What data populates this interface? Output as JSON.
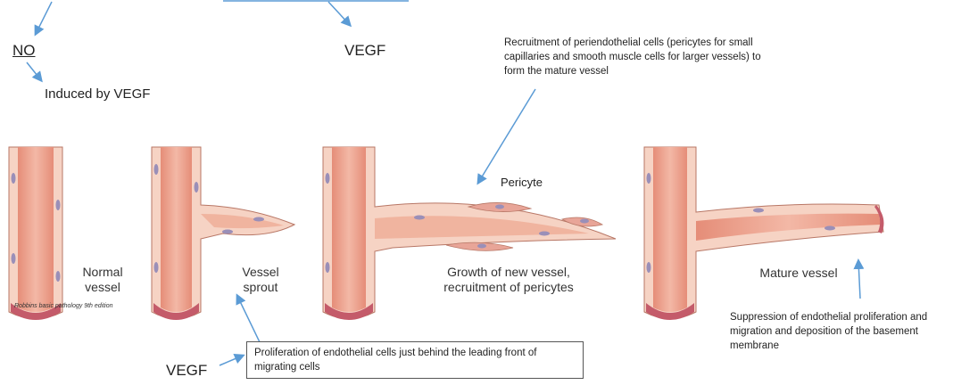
{
  "top": {
    "no": "NO",
    "vegf_top": "VEGF",
    "induced": "Induced by VEGF",
    "recruitment": "Recruitment of periendothelial cells (pericytes for small capillaries and smooth muscle cells for larger vessels) to form the mature vessel"
  },
  "stages": [
    {
      "label": "Normal vessel"
    },
    {
      "label": "Vessel sprout"
    },
    {
      "label": "Growth of new vessel, recruitment of pericytes"
    },
    {
      "label": "Mature vessel"
    }
  ],
  "pericyte": "Pericyte",
  "credit": "Robbins basic pathology 9th edition",
  "bottom": {
    "vegf_bottom": "VEGF",
    "proliferation": "Proliferation of endothelial cells just behind the leading front of migrating cells",
    "suppression": "Suppression of endothelial proliferation and migration and deposition of the basement membrane"
  },
  "colors": {
    "arrow": "#5b9bd5",
    "vessel_wall": "#f2c7b5",
    "lumen": "#e89a84",
    "nucleus": "#9a8fb8",
    "base": "#c45b6a"
  }
}
